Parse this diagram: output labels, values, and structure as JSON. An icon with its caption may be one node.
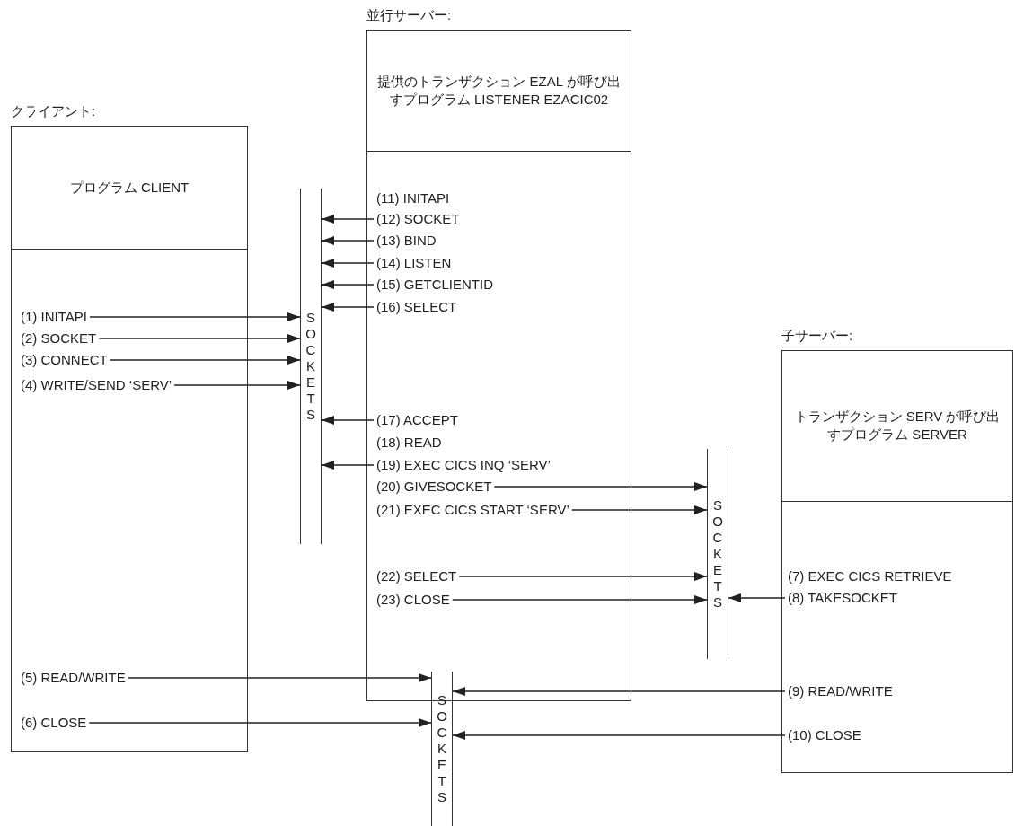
{
  "diagram": {
    "nodes": [
      {
        "text": [
          "クライアント:",
          "プログラム CLIENT"
        ]
      },
      {
        "text": [
          "(1) INITAPI"
        ],
        "in": 0
      },
      {
        "text": [
          "(2) SOCKET"
        ],
        "in": 0
      },
      {
        "text": [
          "(3) CONNECT"
        ],
        "in": 0
      },
      {
        "text": [
          "(4) WRITE/SEND ‘SERV’"
        ],
        "in": 0
      },
      {
        "text": [
          "(5) READ/WRITE"
        ],
        "in": 0
      },
      {
        "text": [
          "(6) CLOSE"
        ],
        "in": 0
      },
      {
        "text": [
          "SOCKETS"
        ]
      },
      {
        "text": [
          "並行サーバー:",
          "提供のトランザクション EZAL が呼び出すプログラム LISTENER EZACIC02"
        ]
      },
      {
        "text": [
          "(11) INITAPI"
        ],
        "in": 8
      },
      {
        "text": [
          "(12) SOCKET"
        ],
        "in": 8
      },
      {
        "text": [
          "(13) BIND"
        ],
        "in": 8
      },
      {
        "text": [
          "(14) LISTEN"
        ],
        "in": 8
      },
      {
        "text": [
          "(15) GETCLIENTID"
        ],
        "in": 8
      },
      {
        "text": [
          "(16) SELECT"
        ],
        "in": 8
      },
      {
        "text": [
          "(17) ACCEPT"
        ],
        "in": 8
      },
      {
        "text": [
          "(18) READ"
        ],
        "in": 8
      },
      {
        "text": [
          "(19) EXEC CICS INQ ‘SERV’"
        ],
        "in": 8
      },
      {
        "text": [
          "(20) GIVESOCKET"
        ],
        "in": 8
      },
      {
        "text": [
          "(21) EXEC CICS START ‘SERV’"
        ],
        "in": 8
      },
      {
        "text": [
          "(22) SELECT"
        ],
        "in": 8
      },
      {
        "text": [
          "(23) CLOSE"
        ],
        "in": 8
      },
      {
        "text": [
          "SOCKETS"
        ]
      },
      {
        "text": [
          "子サーバー:",
          "トランザクション SERV が呼び出すプログラム SERVER"
        ]
      },
      {
        "text": [
          "(7) EXEC CICS RETRIEVE"
        ],
        "in": 23
      },
      {
        "text": [
          "(8) TAKESOCKET"
        ],
        "in": 23
      },
      {
        "text": [
          "(9) READ/WRITE"
        ],
        "in": 23
      },
      {
        "text": [
          "(10) CLOSE"
        ],
        "in": 23
      },
      {
        "text": [
          "SOCKETS"
        ]
      }
    ],
    "edges": [
      {
        "from": 1,
        "to": 7,
        "arrow": "to"
      },
      {
        "from": 2,
        "to": 7,
        "arrow": "to"
      },
      {
        "from": 3,
        "to": 7,
        "arrow": "to"
      },
      {
        "from": 4,
        "to": 7,
        "arrow": "to"
      },
      {
        "from": 5,
        "to": 28,
        "arrow": "to"
      },
      {
        "from": 6,
        "to": 28,
        "arrow": "to"
      },
      {
        "from": 10,
        "to": 7,
        "arrow": "to"
      },
      {
        "from": 11,
        "to": 7,
        "arrow": "to"
      },
      {
        "from": 12,
        "to": 7,
        "arrow": "to"
      },
      {
        "from": 13,
        "to": 7,
        "arrow": "to"
      },
      {
        "from": 14,
        "to": 7,
        "arrow": "to"
      },
      {
        "from": 15,
        "to": 7,
        "arrow": "to"
      },
      {
        "from": 17,
        "to": 7,
        "arrow": "to"
      },
      {
        "from": 18,
        "to": 22,
        "arrow": "to"
      },
      {
        "from": 19,
        "to": 22,
        "arrow": "to"
      },
      {
        "from": 20,
        "to": 22,
        "arrow": "to"
      },
      {
        "from": 21,
        "to": 22,
        "arrow": "to"
      },
      {
        "from": 25,
        "to": 22,
        "arrow": "to"
      },
      {
        "from": 26,
        "to": 28,
        "arrow": "to"
      },
      {
        "from": 27,
        "to": 28,
        "arrow": "to"
      }
    ]
  }
}
